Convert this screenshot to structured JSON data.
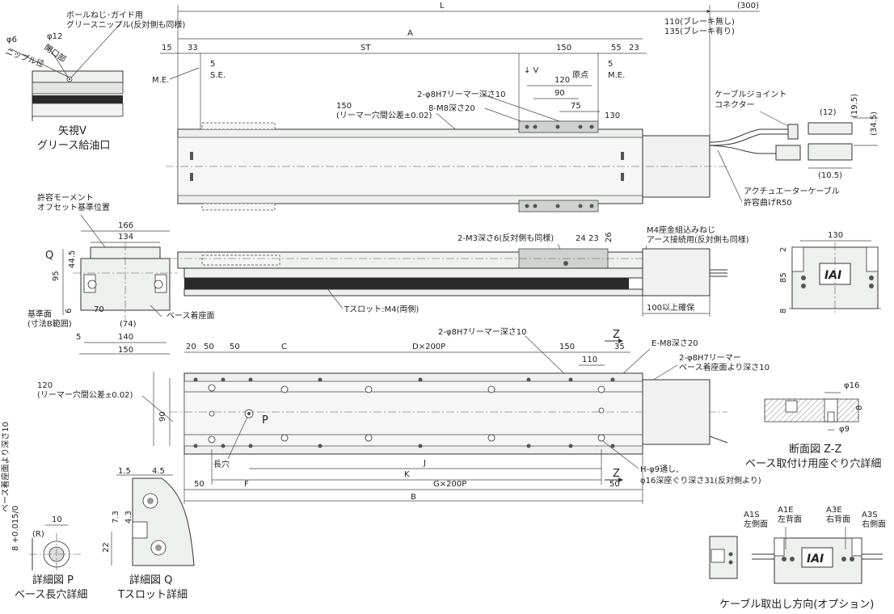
{
  "view_v": {
    "label_grease_nipple": "ボールねじ･ガイド用",
    "label_grease_nipple2": "グリースニップル(反対側も同様)",
    "phi6": "φ6",
    "nipple_dia": "ニップル径",
    "phi12": "φ12",
    "opening": "開口部",
    "caption1": "矢視V",
    "caption2": "グリース給油口"
  },
  "top_view": {
    "L": "L",
    "dim_300": "(300)",
    "brake_none": "110(ブレーキ無し)",
    "brake_with": "135(ブレーキ有り)",
    "A": "A",
    "d15": "15",
    "d33": "33",
    "ST": "ST",
    "d150": "150",
    "d55": "55",
    "d23": "23",
    "d5a": "5",
    "SE": "S.E.",
    "ME_left": "M.E.",
    "V_arrow": "↓ V",
    "d5b": "5",
    "origin": "原点",
    "ME_right": "M.E.",
    "reamer": "2-φ8H7リーマー深さ10",
    "d120": "120",
    "d90": "90",
    "m8": "8-M8深さ20",
    "d75": "75",
    "d130": "130",
    "tol150a": "150",
    "tol150b": "(リーマー穴間公差±0.02)",
    "cable_joint1": "ケーブルジョイント",
    "cable_joint2": "コネクター",
    "d12": "(12)",
    "d19_5": "(19.5)",
    "d34_5": "(34.5)",
    "d10_5": "(10.5)",
    "act_cable1": "アクチュエーターケーブル",
    "act_cable2": "許容曲げR50"
  },
  "side_view": {
    "moment1": "許容モーメント",
    "moment2": "オフセット基準位置",
    "d166": "166",
    "d134": "134",
    "Q": "Q",
    "d44_5": "44.5",
    "d95": "95",
    "d6": "6",
    "d70": "70",
    "ref_surface1": "基準面",
    "ref_surface2": "(寸法B範囲)",
    "d5": "5",
    "d74": "(74)",
    "base_seat": "ベース着座面",
    "d140": "140",
    "d150": "150",
    "m3": "2-M3深さ6(反対側も同様)",
    "d24": "24",
    "d23": "23",
    "d26": "26",
    "m4_1": "M4座金組込みねじ",
    "m4_2": "アース接続用(反対側も同様)",
    "tslot": "Tスロット:M4(両側)",
    "secure": "100以上確保",
    "d130": "130",
    "d2": "2",
    "d85": "85",
    "d8": "8",
    "logo": "IAI"
  },
  "bottom_view": {
    "reamer": "2-φ8H7リーマー深さ10",
    "Z_top": "Z",
    "d20": "20",
    "d50a": "50",
    "d50b": "50",
    "C": "C",
    "Dx200P": "D×200P",
    "d150": "150",
    "d35": "35",
    "d110": "110",
    "em8": "E-M8深さ20",
    "reamer2a": "2-φ8H7リーマー",
    "reamer2b": "ベース着座面より深さ10",
    "tol120a": "120",
    "tol120b": "(リーマー穴間公差±0.02)",
    "d90": "90",
    "P": "P",
    "slot": "長穴",
    "J": "J",
    "K": "K",
    "Z_bottom": "Z",
    "hole1": "H-φ9通し,",
    "hole2": "φ16深座ぐり深さ31(反対側より)",
    "d50c": "50",
    "F": "F",
    "Gx200P": "G×200P",
    "d50d": "50",
    "B": "B"
  },
  "section_zz": {
    "phi16": "φ16",
    "d8": "8",
    "phi9": "φ9",
    "caption1": "断面図 Z-Z",
    "caption2": "ベース取付け用座ぐり穴詳細"
  },
  "detail_p": {
    "depth": "ベース着座面より深さ10",
    "tol": "8 +0.015/0",
    "d10": "10",
    "R": "(R)",
    "caption1": "詳細図 P",
    "caption2": "ベース長穴詳細"
  },
  "detail_q": {
    "d1_5": "1.5",
    "d4_5": "4.5",
    "d7_3": "7.3",
    "d4_3": "4.3",
    "d22": "22",
    "caption1": "詳細図 Q",
    "caption2": "Tスロット詳細"
  },
  "cable_options": {
    "a1s": "A1S",
    "a1s_l": "左側面",
    "a1e": "A1E",
    "a1e_l": "左背面",
    "a3e": "A3E",
    "a3e_l": "右背面",
    "a3s": "A3S",
    "a3s_l": "右側面",
    "logo": "IAI",
    "caption": "ケーブル取出し方向(オプション)"
  }
}
